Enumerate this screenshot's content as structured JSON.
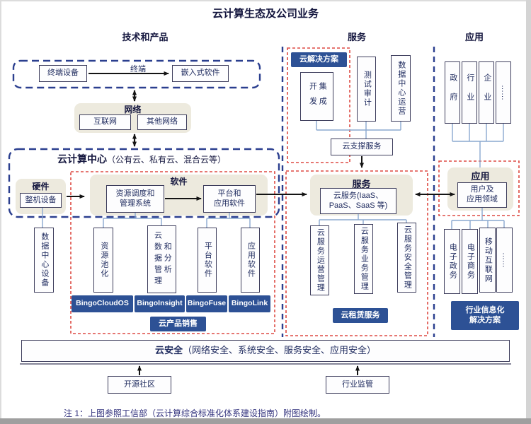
{
  "title": "云计算生态及公司业务",
  "headers": {
    "tech": "技术和产品",
    "service": "服务",
    "app": "应用"
  },
  "terminal": {
    "device": "终端设备",
    "link_label": "终端",
    "embedded": "嵌入式软件"
  },
  "network": {
    "label": "网络",
    "internet": "互联网",
    "other": "其他网络"
  },
  "cloud_center": {
    "name": "云计算中心",
    "scope": "（公有云、私有云、混合云等）",
    "hardware": {
      "label": "硬件",
      "machine": "整机设备"
    },
    "software": {
      "label": "软件",
      "scheduler_lines": [
        "资源调度和",
        "管理系统"
      ],
      "platform_lines": [
        "平台和",
        "应用软件"
      ]
    }
  },
  "datacenter_device": "数据中心设备",
  "software_children": [
    "资源池化",
    "云数据管理和分析",
    "平台软件",
    "应用软件"
  ],
  "products": {
    "items": [
      "BingoCloudOS",
      "BingoInsight",
      "BingoFuse",
      "BingoLink"
    ],
    "badge": "云产品销售"
  },
  "solutions": {
    "badge": "云解决方案",
    "dev_integration": "开发集成",
    "test_audit": "测试审计",
    "datacenter_operation": "数据中心运营",
    "support": "云支撑服务"
  },
  "services": {
    "label": "服务",
    "cloud_service_lines": [
      "云服务(IaaS、",
      "PaaS、SaaS 等)"
    ],
    "children": [
      "云服务运营管理",
      "云服务业务管理",
      "云服务安全管理"
    ],
    "badge": "云租赁服务"
  },
  "applications": {
    "users": [
      "政府",
      "行业",
      "企业",
      "……"
    ],
    "label": "应用",
    "domain_lines": [
      "用户及",
      "应用领域"
    ],
    "children": [
      "电子政务",
      "电子商务",
      "移动互联网",
      "……"
    ],
    "badge_lines": [
      "行业信息化",
      "解决方案"
    ]
  },
  "security": {
    "name": "云安全",
    "detail": "（网络安全、系统安全、服务安全、应用安全）"
  },
  "bottom": {
    "open_source": "开源社区",
    "regulation": "行业监管"
  },
  "note": "注 1：上图参照工信部（云计算综合标准化体系建设指南）附图绘制。",
  "colors": {
    "navy_dash": "#2b3f8f",
    "red_dash": "#dd4a43",
    "chip_blue": "#2d5195",
    "group_beige": "#edeade",
    "text_navy": "#1e2a5e",
    "connector_blue": "#8aa8cf"
  }
}
